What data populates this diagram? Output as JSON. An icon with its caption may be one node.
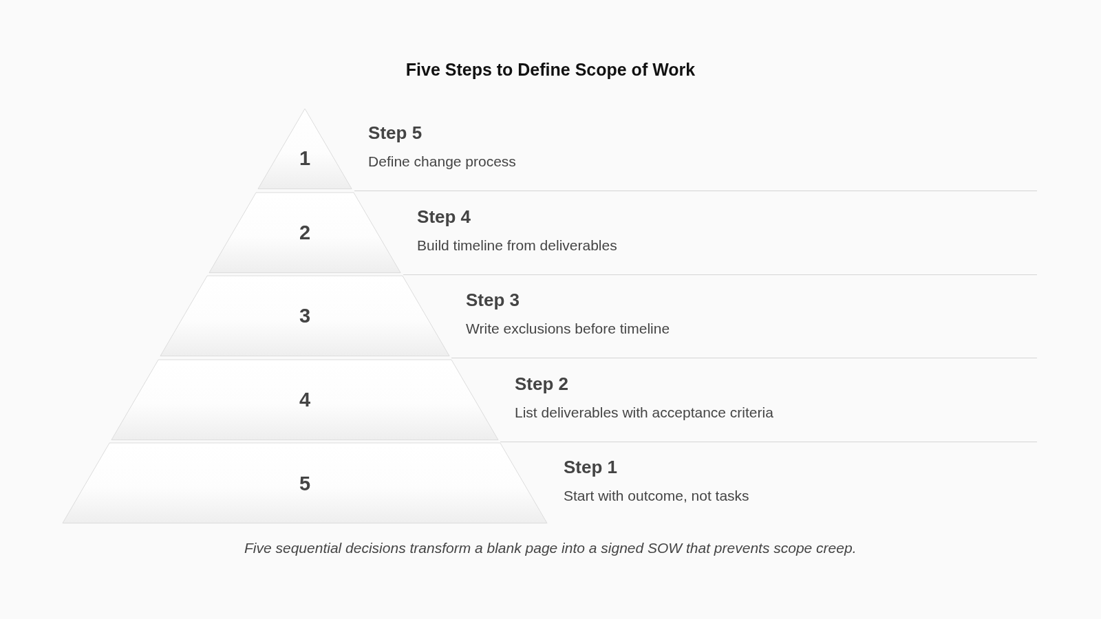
{
  "diagram": {
    "title": "Five Steps to Define Scope of Work",
    "nodes": [
      {
        "text": [
          "1"
        ],
        "beside": [
          "Step 5",
          "Define change process"
        ]
      },
      {
        "text": [
          "2"
        ],
        "beside": [
          "Step 4",
          "Build timeline from deliverables"
        ]
      },
      {
        "text": [
          "3"
        ],
        "beside": [
          "Step 3",
          "Write exclusions before timeline"
        ]
      },
      {
        "text": [
          "4"
        ],
        "beside": [
          "Step 2",
          "List deliverables with acceptance criteria"
        ]
      },
      {
        "text": [
          "5"
        ],
        "beside": [
          "Step 1",
          "Start with outcome, not tasks"
        ]
      }
    ],
    "caption": "Five sequential decisions transform a blank page into a signed SOW that prevents scope creep."
  }
}
